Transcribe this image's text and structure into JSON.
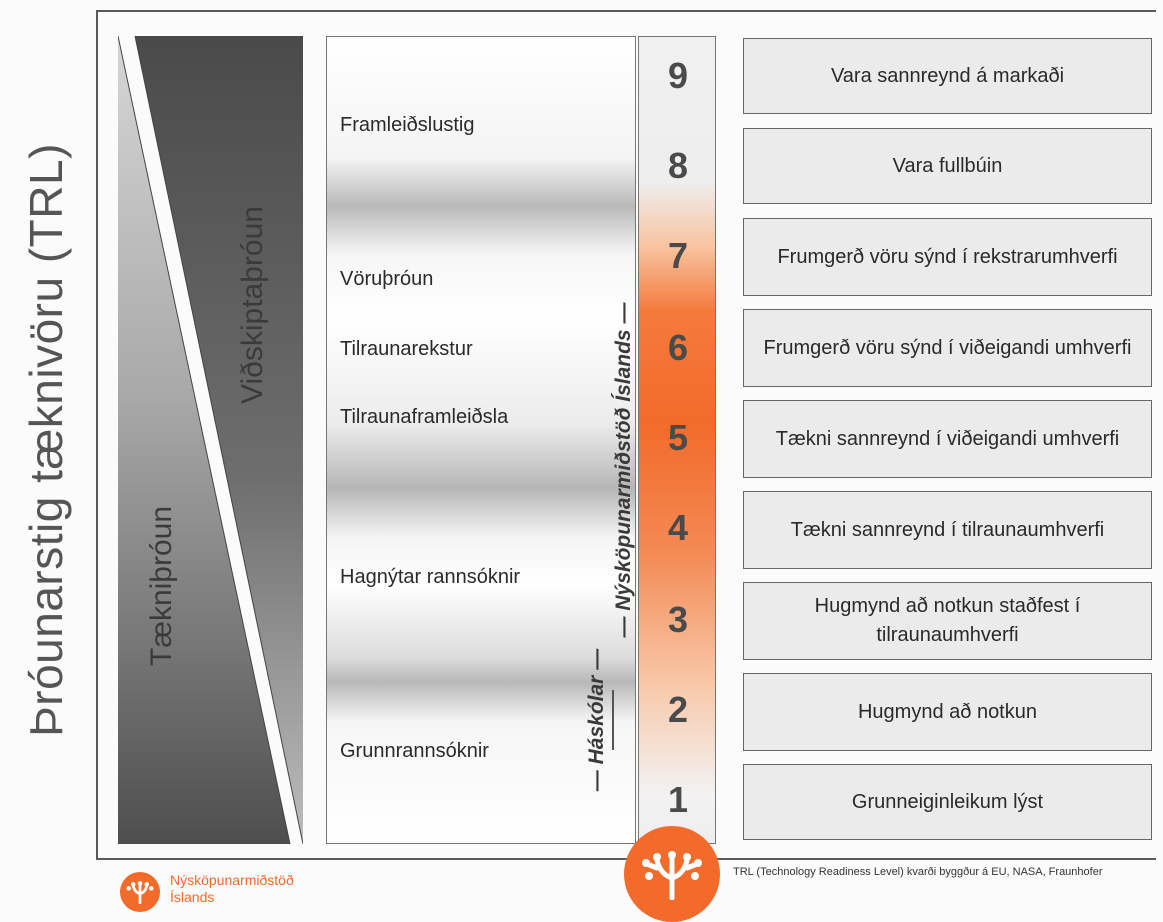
{
  "title": "Þróunarstig tæknivöru (TRL)",
  "triangle_labels": {
    "tech": "Tækniþróun",
    "business": "Viðskiptaþróun"
  },
  "stages": [
    "Framleiðslustig",
    "Vöruþróun",
    "Tilraunarekstur",
    "Tilraunaframleiðsla",
    "Hagnýtar rannsóknir",
    "Grunnrannsóknir"
  ],
  "side_labels": {
    "universities": "— Háskólar —",
    "institute": "— Nýsköpunarmiðstöð Íslands —"
  },
  "levels": [
    "9",
    "8",
    "7",
    "6",
    "5",
    "4",
    "3",
    "2",
    "1"
  ],
  "descriptions": [
    "Vara sannreynd á markaði",
    "Vara fullbúin",
    "Frumgerð vöru sýnd í rekstrarumhverfi",
    "Frumgerð vöru sýnd í viðeigandi umhverfi",
    "Tækni sannreynd í viðeigandi umhverfi",
    "Tækni sannreynd í tilraunaumhverfi",
    "Hugmynd að notkun staðfest í tilraunaumhverfi",
    "Hugmynd að notkun",
    "Grunneiginleikum lýst"
  ],
  "brand": {
    "line1": "Nýsköpunarmiðstöð",
    "line2": "Íslands"
  },
  "footnote": "TRL (Technology Readiness Level) kvarði byggður á EU, NASA, Fraunhofer",
  "colors": {
    "accent": "#f26b2a",
    "dark_gray": "#5c5c5c",
    "box_fill": "#ebebeb"
  }
}
